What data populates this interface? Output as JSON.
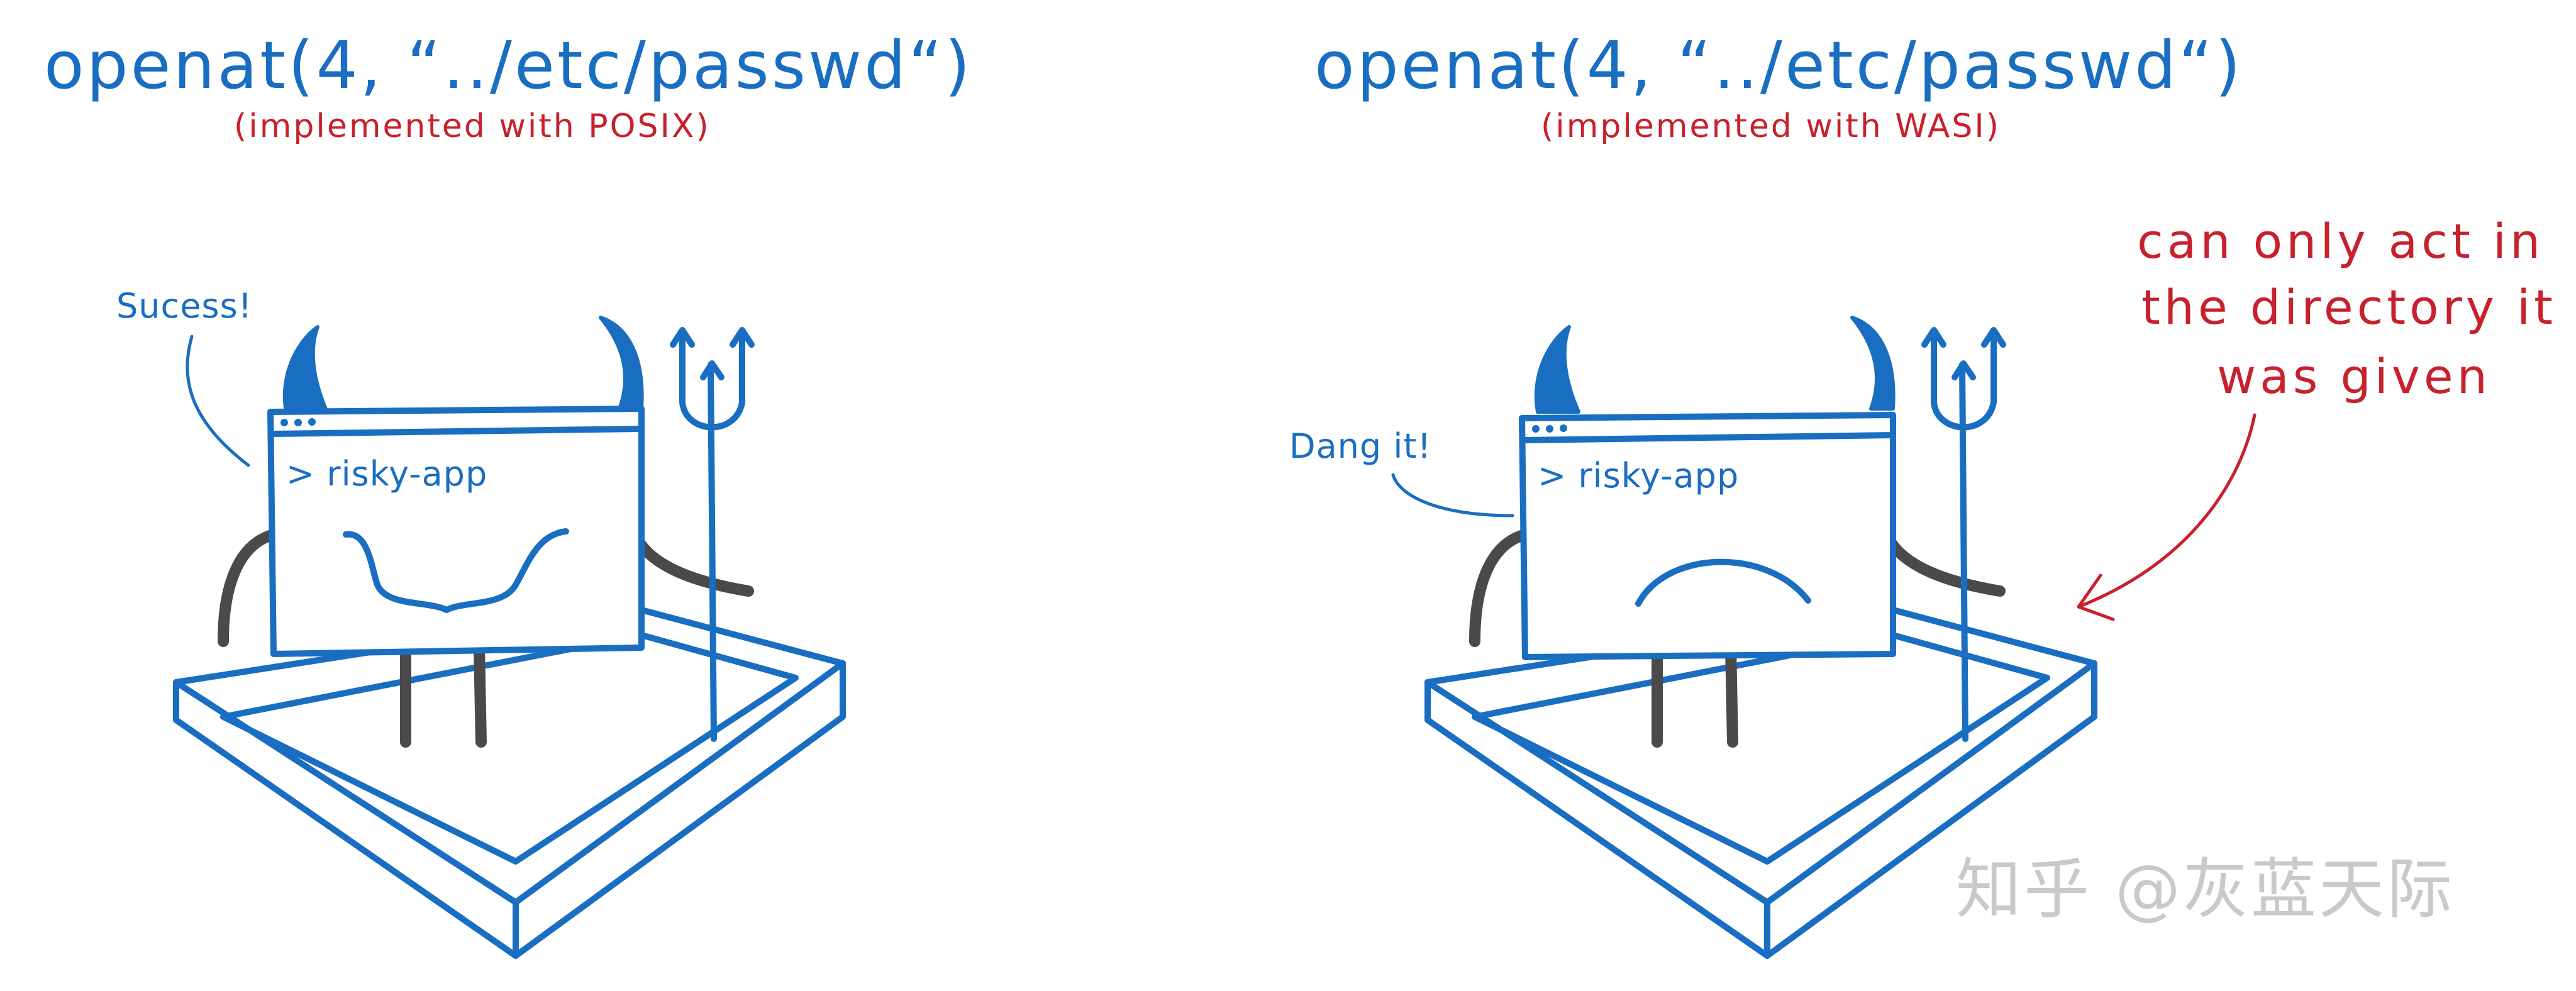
{
  "panels": [
    {
      "heading": "openat(4, “../etc/passwd“)",
      "subheading": "(implemented with POSIX)",
      "speech": "Sucess!",
      "window_prompt": "> risky-app",
      "expression": "grin"
    },
    {
      "heading": "openat(4, “../etc/passwd“)",
      "subheading": "(implemented with WASI)",
      "speech": "Dang it!",
      "window_prompt": "> risky-app",
      "expression": "frown",
      "callout_lines": [
        "can only act in",
        "the directory it",
        "was given"
      ]
    }
  ],
  "watermark": "知乎 @灰蓝天际",
  "colors": {
    "ink_blue": "#1a6ec1",
    "ink_red": "#c8202c",
    "limb_gray": "#4a4a4a",
    "watermark_gray": "#c9c9c9"
  }
}
